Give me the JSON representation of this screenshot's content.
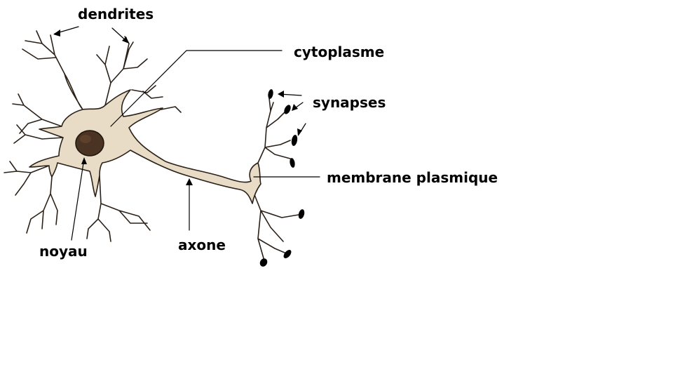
{
  "labels": {
    "dendrites": "dendrites",
    "cytoplasme": "cytoplasme",
    "synapses": "synapses",
    "membrane": "membrane plasmique",
    "noyau": "noyau",
    "axone": "axone"
  },
  "colors": {
    "cell_fill": "#e8dcc6",
    "cell_outline": "#2b2118",
    "nucleus_fill": "#4a3322",
    "ink": "#000000",
    "background": "#ffffff"
  }
}
